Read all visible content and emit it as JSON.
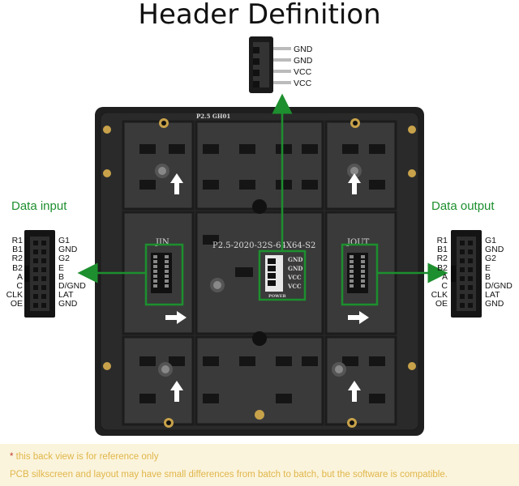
{
  "title": "Header Definition",
  "power_header": {
    "pins": [
      "GND",
      "GND",
      "VCC",
      "VCC"
    ]
  },
  "data_input": {
    "label": "Data input",
    "left_pins": [
      "R1",
      "B1",
      "R2",
      "B2",
      "A",
      "C",
      "CLK",
      "OE"
    ],
    "right_pins": [
      "G1",
      "GND",
      "G2",
      "E",
      "B",
      "D/GND",
      "LAT",
      "GND"
    ]
  },
  "data_output": {
    "label": "Data output",
    "left_pins": [
      "R1",
      "B1",
      "R2",
      "B2",
      "A",
      "C",
      "CLK",
      "OE"
    ],
    "right_pins": [
      "G1",
      "GND",
      "G2",
      "E",
      "B",
      "D/GND",
      "LAT",
      "GND"
    ]
  },
  "board": {
    "top_silk": "P2.5 GH01",
    "model_silk": "P2.5-2020-32S-64X64-S2",
    "jin_label": "JIN",
    "jout_label": "JOUT",
    "power_pins": [
      "GND",
      "GND",
      "VCC",
      "VCC"
    ],
    "power_label": "POWER"
  },
  "notes": {
    "line1": "* this back view is for reference only",
    "line2": "PCB silkscreen and layout may have small differences from batch to batch, but the software is compatible."
  },
  "colors": {
    "accent": "#1d8f2e",
    "board": "#232323",
    "note_bg": "#fbf4dc",
    "note_text": "#e0b64a"
  }
}
